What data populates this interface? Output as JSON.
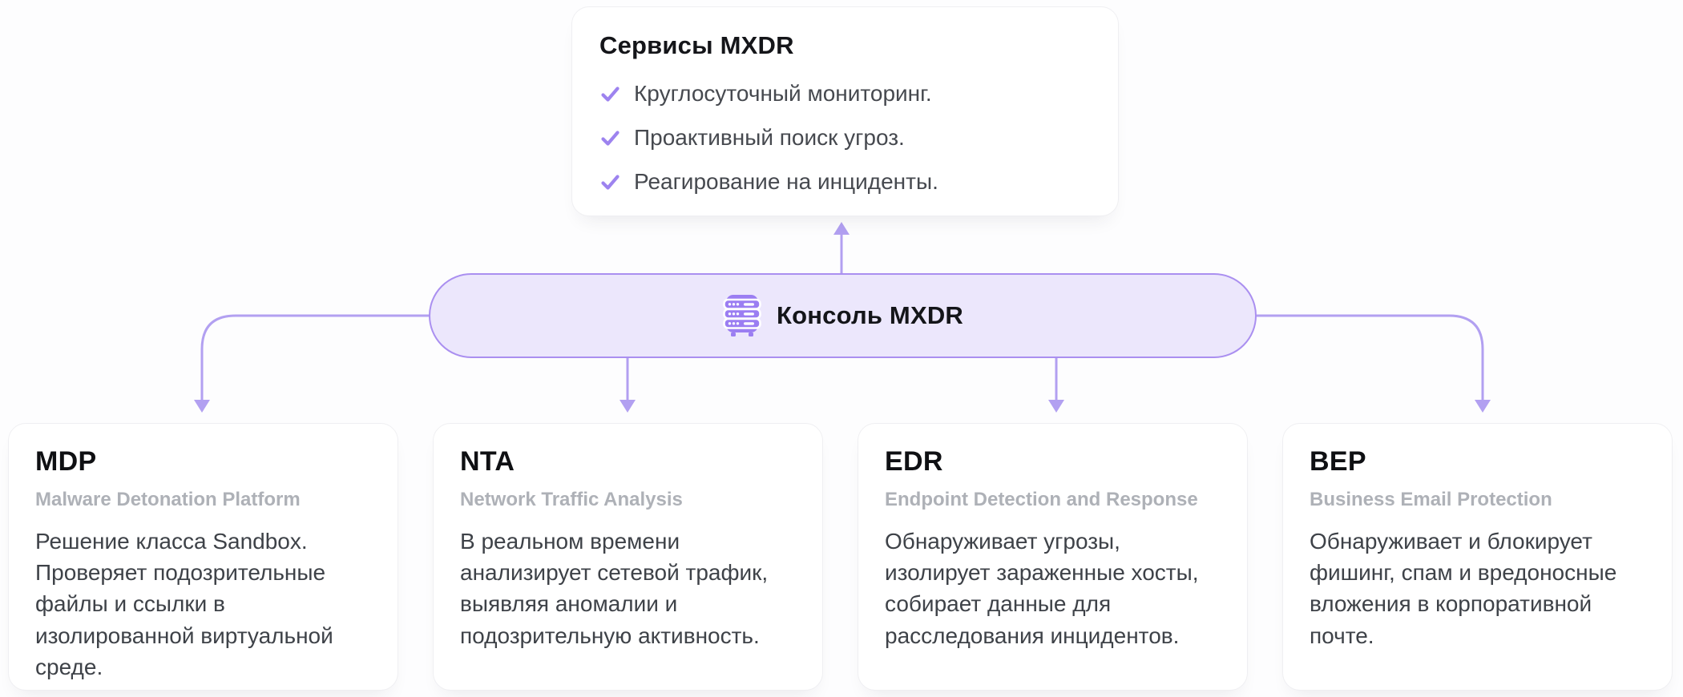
{
  "diagram": {
    "services_card": {
      "title": "Сервисы MXDR",
      "items": [
        "Круглосуточный мониторинг.",
        "Проактивный поиск угроз.",
        "Реагирование на инциденты."
      ]
    },
    "console": {
      "label": "Консоль MXDR",
      "icon": "server-rack-icon"
    },
    "products": [
      {
        "abbr": "MDP",
        "name": "Malware Detonation Platform",
        "description": "Решение класса Sandbox. Проверяет подозрительные файлы и ссылки в изолированной виртуальной среде."
      },
      {
        "abbr": "NTA",
        "name": "Network Traffic Analysis",
        "description": "В реальном времени анализирует сетевой трафик, выявляя аномалии и подозрительную активность."
      },
      {
        "abbr": "EDR",
        "name": "Endpoint Detection and Response",
        "description": "Обнаруживает угрозы, изолирует зараженные хосты, собирает данные для расследования инцидентов."
      },
      {
        "abbr": "BEP",
        "name": "Business Email Protection",
        "description": "Обнаруживает и блокирует фишинг, спам и вредоносные вложения в корпоративной почте."
      }
    ],
    "colors": {
      "accent_purple": "#9b7ef2",
      "pill_fill": "#ece7fc",
      "pill_border": "#aa8ff0",
      "connector": "#b2a0f1",
      "checkmark": "#9d83ef",
      "title_text": "#141519",
      "subtitle_text": "#aeb1b7",
      "body_text": "#3e4248"
    }
  }
}
